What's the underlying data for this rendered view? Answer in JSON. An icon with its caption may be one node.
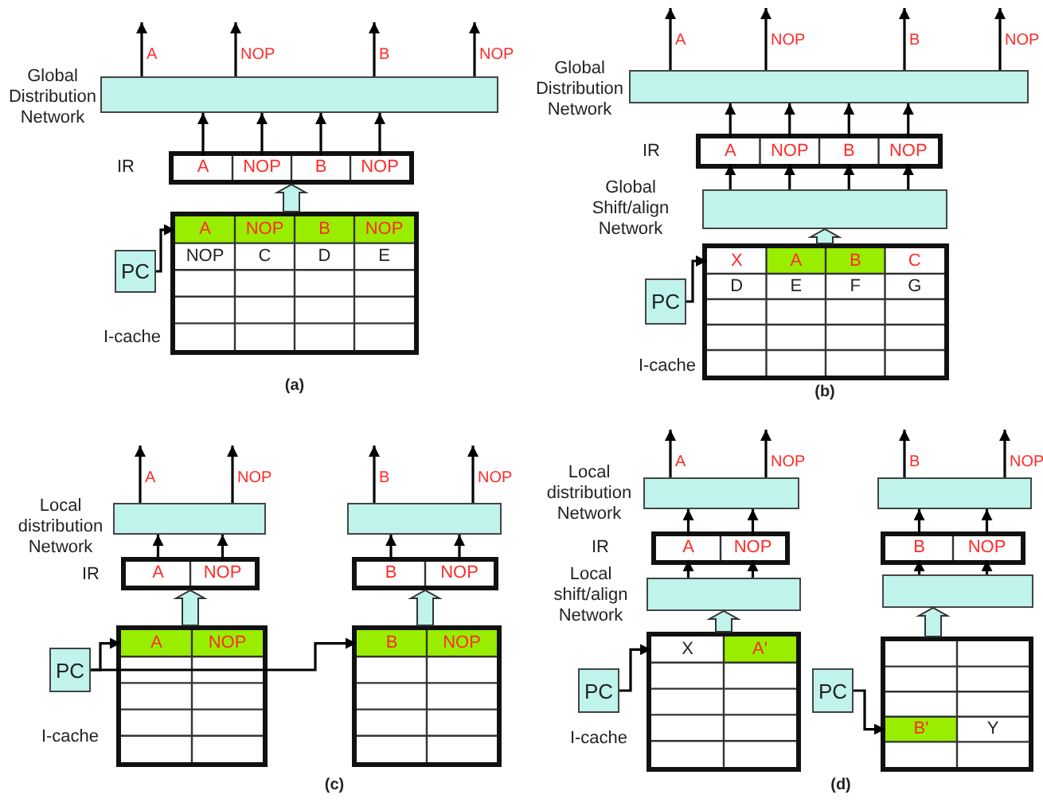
{
  "diagram": {
    "nodes": [
      {
        "text": [],
        "shape": "box",
        "beside": [
          "Global Distribution Network"
        ]
      },
      {
        "text": [],
        "shape": "box",
        "beside": [
          "IR"
        ]
      },
      {
        "text": [
          "A"
        ],
        "in": 1
      },
      {
        "text": [
          "NOP"
        ],
        "in": 1
      },
      {
        "text": [
          "B"
        ],
        "in": 1
      },
      {
        "text": [
          "NOP"
        ],
        "in": 1
      },
      {
        "text": [],
        "shape": "box",
        "beside": [
          "I-cache"
        ]
      },
      {
        "text": [
          "A"
        ],
        "in": 6
      },
      {
        "text": [
          "NOP"
        ],
        "in": 6
      },
      {
        "text": [
          "B"
        ],
        "in": 6
      },
      {
        "text": [
          "NOP"
        ],
        "in": 6
      },
      {
        "text": [
          "NOP"
        ],
        "in": 6
      },
      {
        "text": [
          "C"
        ],
        "in": 6
      },
      {
        "text": [
          "D"
        ],
        "in": 6
      },
      {
        "text": [
          "E"
        ],
        "in": 6
      },
      {
        "text": [
          "PC"
        ]
      },
      {
        "text": [],
        "shape": "box",
        "beside": [
          "Global Distribution Network"
        ]
      },
      {
        "text": [],
        "shape": "box",
        "beside": [
          "IR"
        ]
      },
      {
        "text": [
          "A"
        ],
        "in": 17
      },
      {
        "text": [
          "NOP"
        ],
        "in": 17
      },
      {
        "text": [
          "B"
        ],
        "in": 17
      },
      {
        "text": [
          "NOP"
        ],
        "in": 17
      },
      {
        "text": [],
        "shape": "box",
        "beside": [
          "Global Shift/align Network"
        ]
      },
      {
        "text": [],
        "shape": "box",
        "beside": [
          "I-cache"
        ]
      },
      {
        "text": [
          "X"
        ],
        "in": 23
      },
      {
        "text": [
          "A"
        ],
        "in": 23
      },
      {
        "text": [
          "B"
        ],
        "in": 23
      },
      {
        "text": [
          "C"
        ],
        "in": 23
      },
      {
        "text": [
          "D"
        ],
        "in": 23
      },
      {
        "text": [
          "E"
        ],
        "in": 23
      },
      {
        "text": [
          "F"
        ],
        "in": 23
      },
      {
        "text": [
          "G"
        ],
        "in": 23
      },
      {
        "text": [
          "PC"
        ]
      },
      {
        "text": [],
        "shape": "box",
        "beside": [
          "Local distribution Network"
        ]
      },
      {
        "text": [],
        "shape": "box",
        "beside": [
          "IR"
        ]
      },
      {
        "text": [
          "A"
        ],
        "in": 34
      },
      {
        "text": [
          "NOP"
        ],
        "in": 34
      },
      {
        "text": [],
        "shape": "box",
        "beside": [
          "I-cache"
        ]
      },
      {
        "text": [
          "A"
        ],
        "in": 37
      },
      {
        "text": [
          "NOP"
        ],
        "in": 37
      },
      {
        "text": [],
        "shape": "box"
      },
      {
        "text": [],
        "shape": "box"
      },
      {
        "text": [
          "B"
        ],
        "in": 41
      },
      {
        "text": [
          "NOP"
        ],
        "in": 41
      },
      {
        "text": [],
        "shape": "box"
      },
      {
        "text": [
          "B"
        ],
        "in": 44
      },
      {
        "text": [
          "NOP"
        ],
        "in": 44
      },
      {
        "text": [
          "PC"
        ]
      },
      {
        "text": [],
        "shape": "box",
        "beside": [
          "Local distribution Network"
        ]
      },
      {
        "text": [],
        "shape": "box",
        "beside": [
          "IR"
        ]
      },
      {
        "text": [
          "A"
        ],
        "in": 49
      },
      {
        "text": [
          "NOP"
        ],
        "in": 49
      },
      {
        "text": [],
        "shape": "box",
        "beside": [
          "Local shift/align Network"
        ]
      },
      {
        "text": [],
        "shape": "box",
        "beside": [
          "I-cache"
        ]
      },
      {
        "text": [
          "X"
        ],
        "in": 53
      },
      {
        "text": [
          "A'"
        ],
        "in": 53
      },
      {
        "text": [
          "PC"
        ]
      },
      {
        "text": [],
        "shape": "box"
      },
      {
        "text": [],
        "shape": "box"
      },
      {
        "text": [
          "B"
        ],
        "in": 58
      },
      {
        "text": [
          "NOP"
        ],
        "in": 58
      },
      {
        "text": [],
        "shape": "box"
      },
      {
        "text": [],
        "shape": "box"
      },
      {
        "text": [
          "B'"
        ],
        "in": 62
      },
      {
        "text": [
          "Y"
        ],
        "in": 62
      },
      {
        "text": [
          "PC"
        ]
      }
    ],
    "edges": [
      {
        "from": 0,
        "to": null,
        "arrow": "to",
        "label": "A"
      },
      {
        "from": 0,
        "to": null,
        "arrow": "to",
        "label": "NOP"
      },
      {
        "from": 0,
        "to": null,
        "arrow": "to",
        "label": "B"
      },
      {
        "from": 0,
        "to": null,
        "arrow": "to",
        "label": "NOP"
      },
      {
        "from": 2,
        "to": 0,
        "arrow": "to"
      },
      {
        "from": 3,
        "to": 0,
        "arrow": "to"
      },
      {
        "from": 4,
        "to": 0,
        "arrow": "to"
      },
      {
        "from": 5,
        "to": 0,
        "arrow": "to"
      },
      {
        "from": 6,
        "to": 1,
        "arrow": "to",
        "style": "thick",
        "color": "#bff3ec"
      },
      {
        "from": 15,
        "to": 7,
        "arrow": "to"
      },
      {
        "from": 16,
        "to": null,
        "arrow": "to",
        "label": "A"
      },
      {
        "from": 16,
        "to": null,
        "arrow": "to",
        "label": "NOP"
      },
      {
        "from": 16,
        "to": null,
        "arrow": "to",
        "label": "B"
      },
      {
        "from": 16,
        "to": null,
        "arrow": "to",
        "label": "NOP"
      },
      {
        "from": 18,
        "to": 16,
        "arrow": "to"
      },
      {
        "from": 19,
        "to": 16,
        "arrow": "to"
      },
      {
        "from": 20,
        "to": 16,
        "arrow": "to"
      },
      {
        "from": 21,
        "to": 16,
        "arrow": "to"
      },
      {
        "from": 22,
        "to": 18,
        "arrow": "to"
      },
      {
        "from": 22,
        "to": 19,
        "arrow": "to"
      },
      {
        "from": 22,
        "to": 20,
        "arrow": "to"
      },
      {
        "from": 22,
        "to": 21,
        "arrow": "to"
      },
      {
        "from": 23,
        "to": 22,
        "arrow": "to",
        "style": "thick",
        "color": "#bff3ec"
      },
      {
        "from": 32,
        "to": 24,
        "arrow": "to"
      },
      {
        "from": 33,
        "to": null,
        "arrow": "to",
        "label": "A"
      },
      {
        "from": 33,
        "to": null,
        "arrow": "to",
        "label": "NOP"
      },
      {
        "from": 35,
        "to": 33,
        "arrow": "to"
      },
      {
        "from": 36,
        "to": 33,
        "arrow": "to"
      },
      {
        "from": 37,
        "to": 34,
        "arrow": "to",
        "style": "thick",
        "color": "#bff3ec"
      },
      {
        "from": 40,
        "to": null,
        "arrow": "to",
        "label": "B"
      },
      {
        "from": 40,
        "to": null,
        "arrow": "to",
        "label": "NOP"
      },
      {
        "from": 42,
        "to": 40,
        "arrow": "to"
      },
      {
        "from": 43,
        "to": 40,
        "arrow": "to"
      },
      {
        "from": 44,
        "to": 41,
        "arrow": "to",
        "style": "thick",
        "color": "#bff3ec"
      },
      {
        "from": 47,
        "to": 38,
        "arrow": "to"
      },
      {
        "from": 47,
        "to": 45,
        "arrow": "to"
      },
      {
        "from": 48,
        "to": null,
        "arrow": "to",
        "label": "A"
      },
      {
        "from": 48,
        "to": null,
        "arrow": "to",
        "label": "NOP"
      },
      {
        "from": 50,
        "to": 48,
        "arrow": "to"
      },
      {
        "from": 51,
        "to": 48,
        "arrow": "to"
      },
      {
        "from": 52,
        "to": 50,
        "arrow": "to"
      },
      {
        "from": 52,
        "to": 51,
        "arrow": "to"
      },
      {
        "from": 53,
        "to": 52,
        "arrow": "to",
        "style": "thick",
        "color": "#bff3ec"
      },
      {
        "from": 56,
        "to": 54,
        "arrow": "to"
      },
      {
        "from": 57,
        "to": null,
        "arrow": "to",
        "label": "B"
      },
      {
        "from": 57,
        "to": null,
        "arrow": "to",
        "label": "NOP"
      },
      {
        "from": 59,
        "to": 57,
        "arrow": "to"
      },
      {
        "from": 60,
        "to": 57,
        "arrow": "to"
      },
      {
        "from": 61,
        "to": 59,
        "arrow": "to"
      },
      {
        "from": 61,
        "to": 60,
        "arrow": "to"
      },
      {
        "from": 62,
        "to": 61,
        "arrow": "to",
        "style": "thick",
        "color": "#bff3ec"
      },
      {
        "from": 65,
        "to": 63,
        "arrow": "to"
      }
    ],
    "labels": [
      "(a)",
      "(b)",
      "(c)",
      "(d)"
    ]
  }
}
